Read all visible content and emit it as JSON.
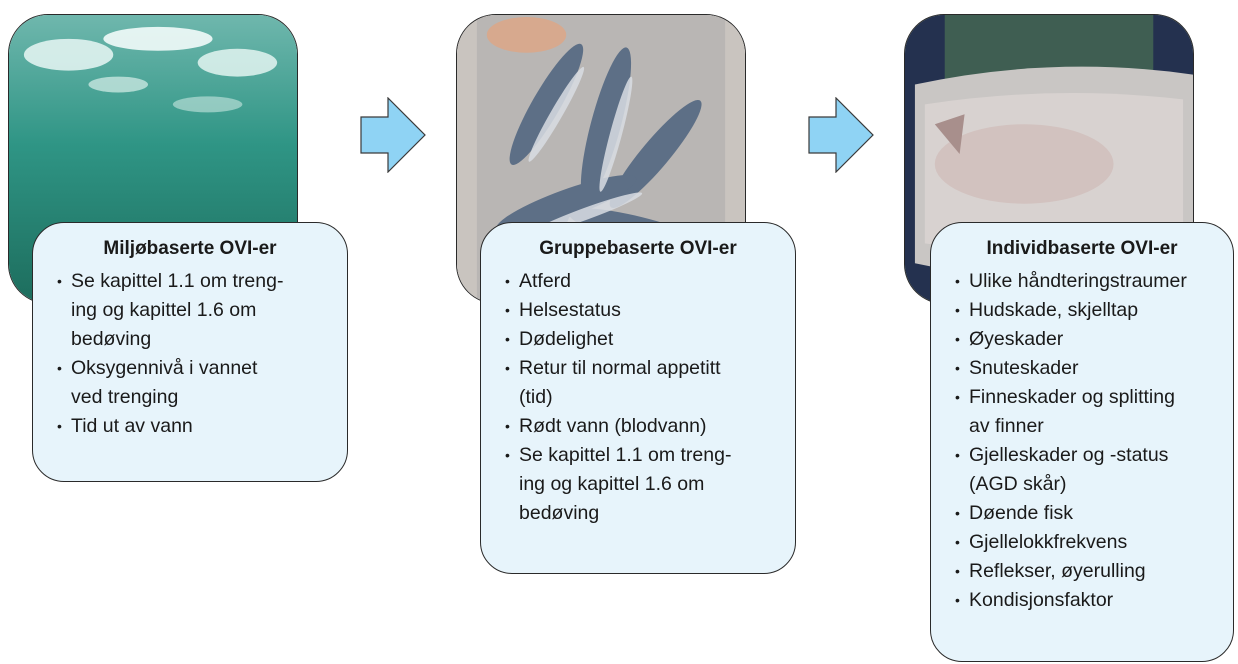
{
  "stages": [
    {
      "title": "Miljøbaserte OVI-er",
      "photo_icon": "underwater-water-photo",
      "items": [
        "Se kapittel 1.1 om treng-",
        "ing og kapittel 1.6 om",
        "bedøving",
        "Oksygennivå i vannet",
        "ved trenging",
        "Tid ut av vann"
      ]
    },
    {
      "title": "Gruppebaserte OVI-er",
      "photo_icon": "fish-crate-photo",
      "items": [
        "Atferd",
        "Helsestatus",
        "Dødelighet",
        "Retur til normal appetitt",
        "(tid)",
        "Rødt vann (blodvann)",
        "Se kapittel 1.1 om treng-",
        "ing og kapittel 1.6 om",
        "bedøving"
      ]
    },
    {
      "title": "Individbaserte OVI-er",
      "photo_icon": "single-fish-photo",
      "items": [
        "Ulike håndteringstraumer",
        "Hudskade, skjelltap",
        "Øyeskader",
        "Snuteskader",
        "Finneskader og splitting",
        "av finner",
        "Gjelleskader og -status",
        "(AGD skår)",
        "Døende fisk",
        "Gjellelokkfrekvens",
        "Reflekser, øyerulling",
        "Kondisjonsfaktor"
      ]
    }
  ],
  "bullet_lines": {
    "stage1": [
      true,
      false,
      false,
      true,
      false,
      true
    ],
    "stage2": [
      true,
      true,
      true,
      true,
      false,
      true,
      true,
      false,
      false
    ],
    "stage3": [
      true,
      true,
      true,
      true,
      true,
      false,
      true,
      false,
      true,
      true,
      true,
      true
    ]
  },
  "colors": {
    "card_fill": "#e7f4fb",
    "arrow_fill": "#8fd3f4",
    "border": "#2a2a2a"
  }
}
